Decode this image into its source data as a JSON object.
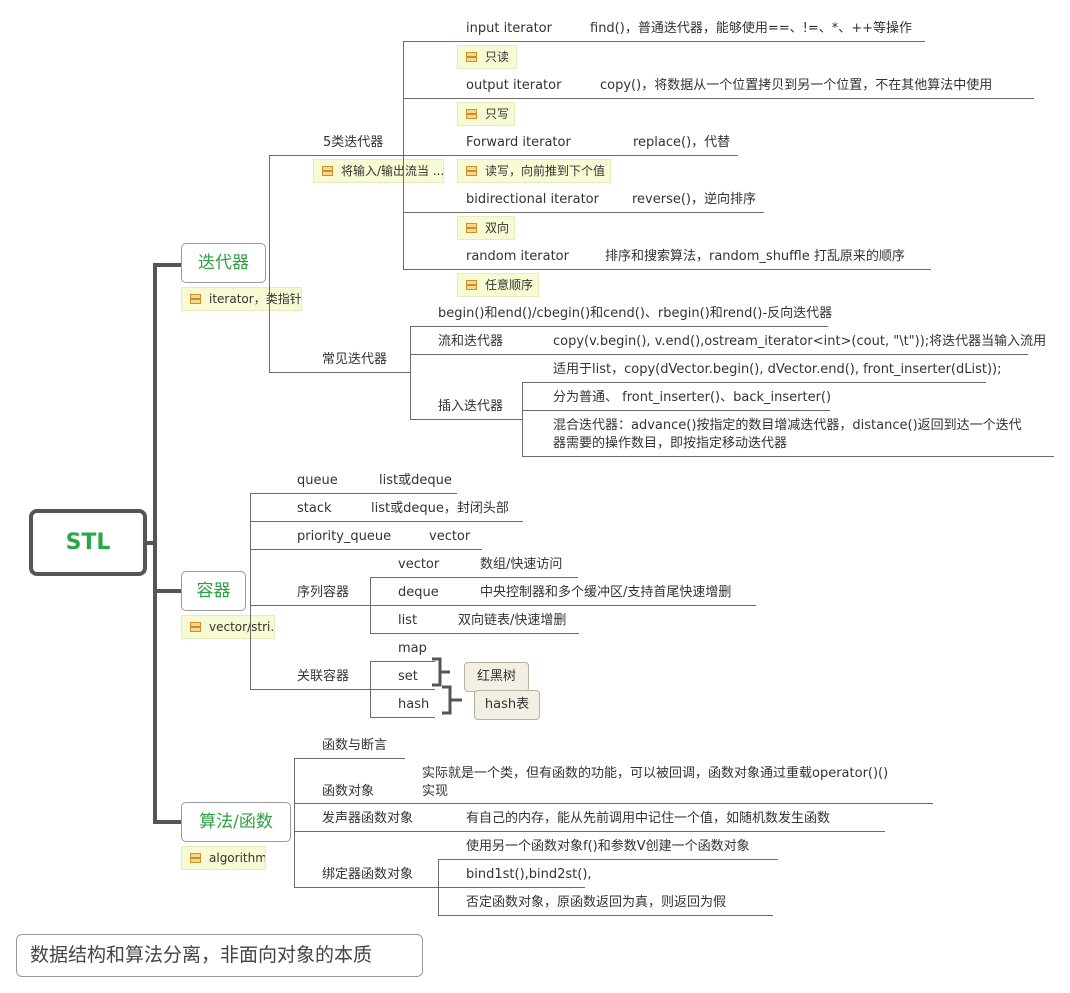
{
  "root": "STL",
  "iterator": {
    "label": "迭代器",
    "note": "iterator，类指针",
    "five_types": {
      "label": "5类迭代器",
      "note": "将输入/输出流当 ...",
      "items": [
        {
          "name": "input iterator",
          "desc": "find()，普通迭代器，能够使用==、!=、*、++等操作",
          "note": "只读"
        },
        {
          "name": "output iterator",
          "desc": "copy()，将数据从一个位置拷贝到另一个位置，不在其他算法中使用",
          "note": "只写"
        },
        {
          "name": "Forward iterator",
          "desc": "replace()，代替",
          "note": "读写，向前推到下个值"
        },
        {
          "name": "bidirectional iterator",
          "desc": "reverse()，逆向排序",
          "note": "双向"
        },
        {
          "name": "random iterator",
          "desc": "排序和搜索算法，random_shuffle 打乱原来的顺序",
          "note": "任意顺序"
        }
      ]
    },
    "common": {
      "label": "常见迭代器",
      "reverse": "begin()和end()/cbegin()和cend()、rbegin()和rend()-反向迭代器",
      "stream": {
        "label": "流和迭代器",
        "desc": "copy(v.begin(), v.end(),ostream_iterator<int>(cout, \"\\t\"));将迭代器当输入流用"
      },
      "insert": {
        "label": "插入迭代器",
        "items": [
          "适用于list，copy(dVector.begin(), dVector.end(), front_inserter(dList));",
          "分为普通、 front_inserter()、back_inserter()",
          "混合迭代器：advance()按指定的数目增减迭代器，distance()返回到达一个迭代",
          "器需要的操作数目，即按指定移动迭代器"
        ]
      }
    }
  },
  "container": {
    "label": "容器",
    "note": "vector/stri...",
    "adapters": [
      {
        "name": "queue",
        "desc": "list或deque"
      },
      {
        "name": "stack",
        "desc": "list或deque，封闭头部"
      },
      {
        "name": "priority_queue",
        "desc": "vector"
      }
    ],
    "sequence": {
      "label": "序列容器",
      "items": [
        {
          "name": "vector",
          "desc": "数组/快速访问"
        },
        {
          "name": "deque",
          "desc": "中央控制器和多个缓冲区/支持首尾快速增删"
        },
        {
          "name": "list",
          "desc": "双向链表/快速增删"
        }
      ]
    },
    "associative": {
      "label": "关联容器",
      "items": [
        "map",
        "set",
        "hash"
      ],
      "summary_rb": "红黑树",
      "summary_hash": "hash表"
    }
  },
  "algorithm": {
    "label": "算法/函数",
    "note": "algorithm",
    "func_pred": "函数与断言",
    "func_obj": {
      "label": "函数对象",
      "desc": [
        "实际就是一个类，但有函数的功能，可以被回调，函数对象通过重载operator()()",
        "实现"
      ]
    },
    "generator": {
      "label": "发声器函数对象",
      "desc": "有自己的内存，能从先前调用中记住一个值，如随机数发生函数"
    },
    "binder": {
      "label": "绑定器函数对象",
      "items": [
        "使用另一个函数对象f()和参数V创建一个函数对象",
        "bind1st(),bind2st(),",
        "否定函数对象，原函数返回为真，则返回为假"
      ]
    }
  },
  "footer": "数据结构和算法分离，非面向对象的本质"
}
